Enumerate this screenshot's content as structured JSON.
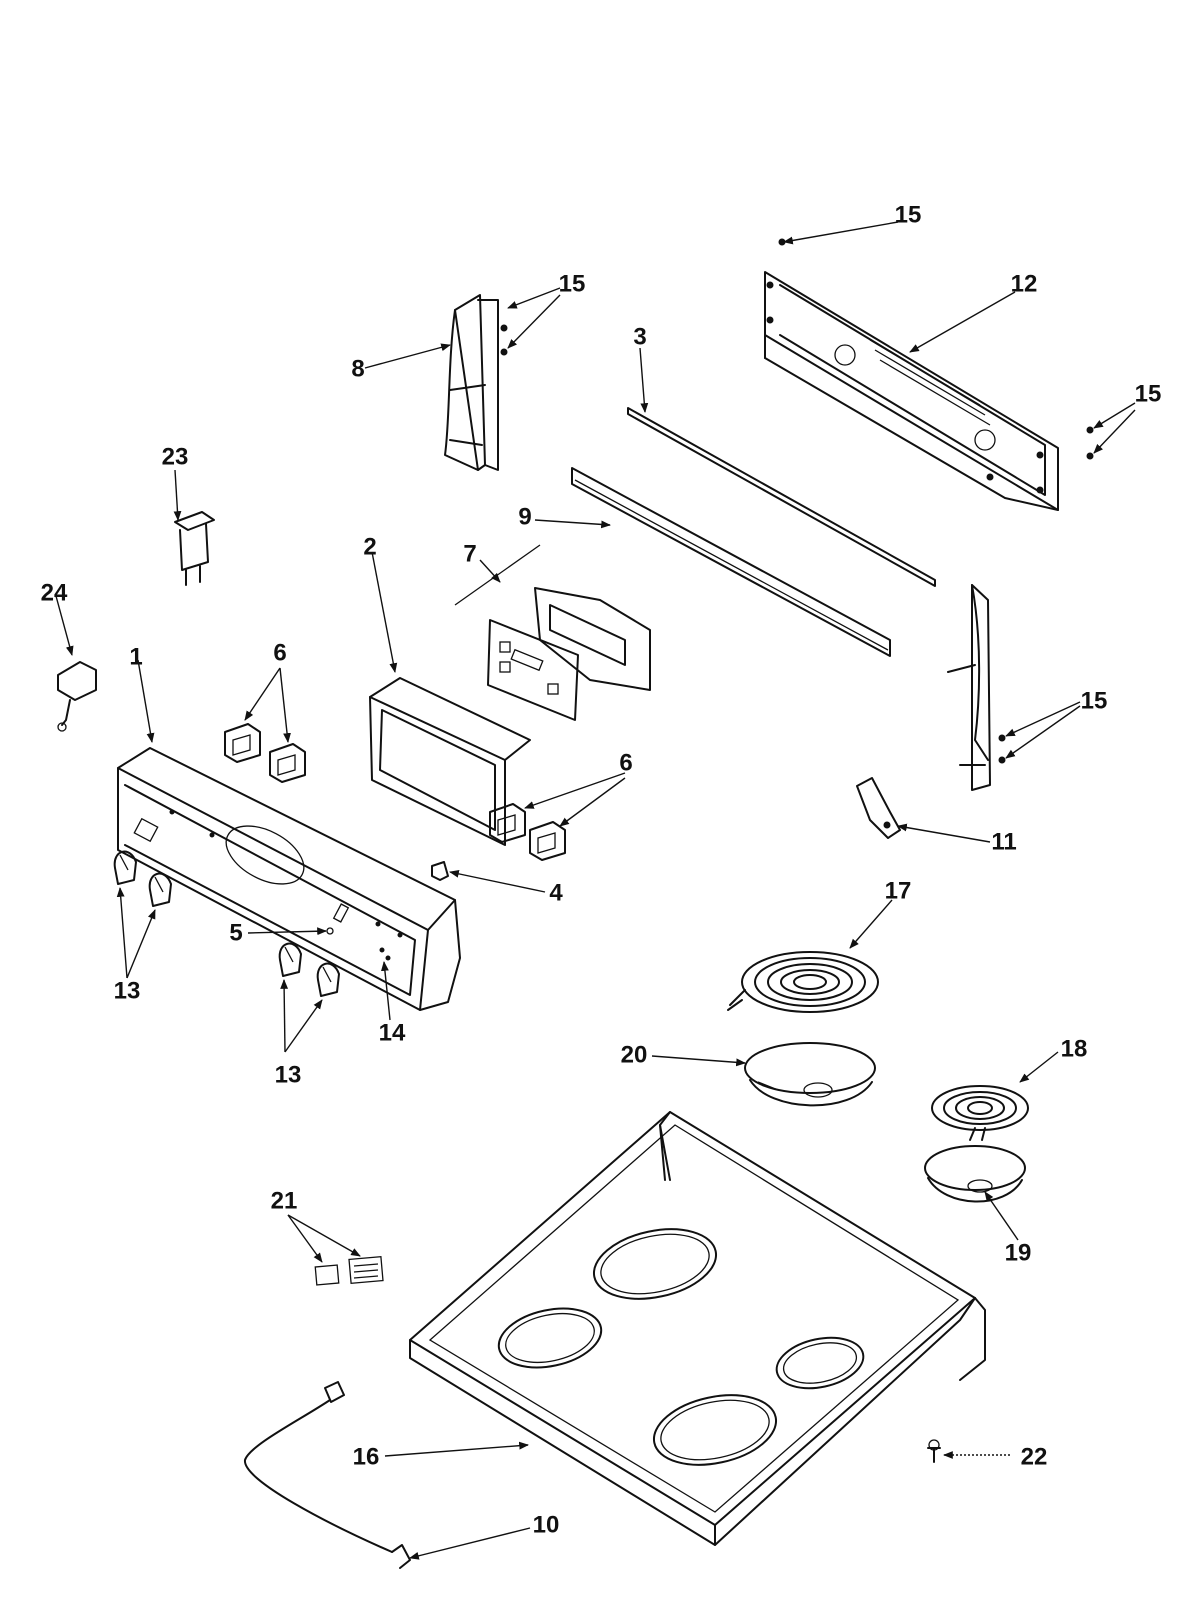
{
  "callouts": [
    {
      "id": "c15a",
      "text": "15"
    },
    {
      "id": "c12",
      "text": "12"
    },
    {
      "id": "c15b",
      "text": "15"
    },
    {
      "id": "c8",
      "text": "8"
    },
    {
      "id": "c3",
      "text": "3"
    },
    {
      "id": "c15c",
      "text": "15"
    },
    {
      "id": "c23",
      "text": "23"
    },
    {
      "id": "c9",
      "text": "9"
    },
    {
      "id": "c2",
      "text": "2"
    },
    {
      "id": "c7",
      "text": "7"
    },
    {
      "id": "c24",
      "text": "24"
    },
    {
      "id": "c1",
      "text": "1"
    },
    {
      "id": "c6a",
      "text": "6"
    },
    {
      "id": "c15d",
      "text": "15"
    },
    {
      "id": "c6b",
      "text": "6"
    },
    {
      "id": "c11",
      "text": "11"
    },
    {
      "id": "c4",
      "text": "4"
    },
    {
      "id": "c17",
      "text": "17"
    },
    {
      "id": "c5",
      "text": "5"
    },
    {
      "id": "c13a",
      "text": "13"
    },
    {
      "id": "c14",
      "text": "14"
    },
    {
      "id": "c20",
      "text": "20"
    },
    {
      "id": "c18",
      "text": "18"
    },
    {
      "id": "c13b",
      "text": "13"
    },
    {
      "id": "c21",
      "text": "21"
    },
    {
      "id": "c19",
      "text": "19"
    },
    {
      "id": "c16",
      "text": "16"
    },
    {
      "id": "c22",
      "text": "22"
    },
    {
      "id": "c10",
      "text": "10"
    }
  ]
}
